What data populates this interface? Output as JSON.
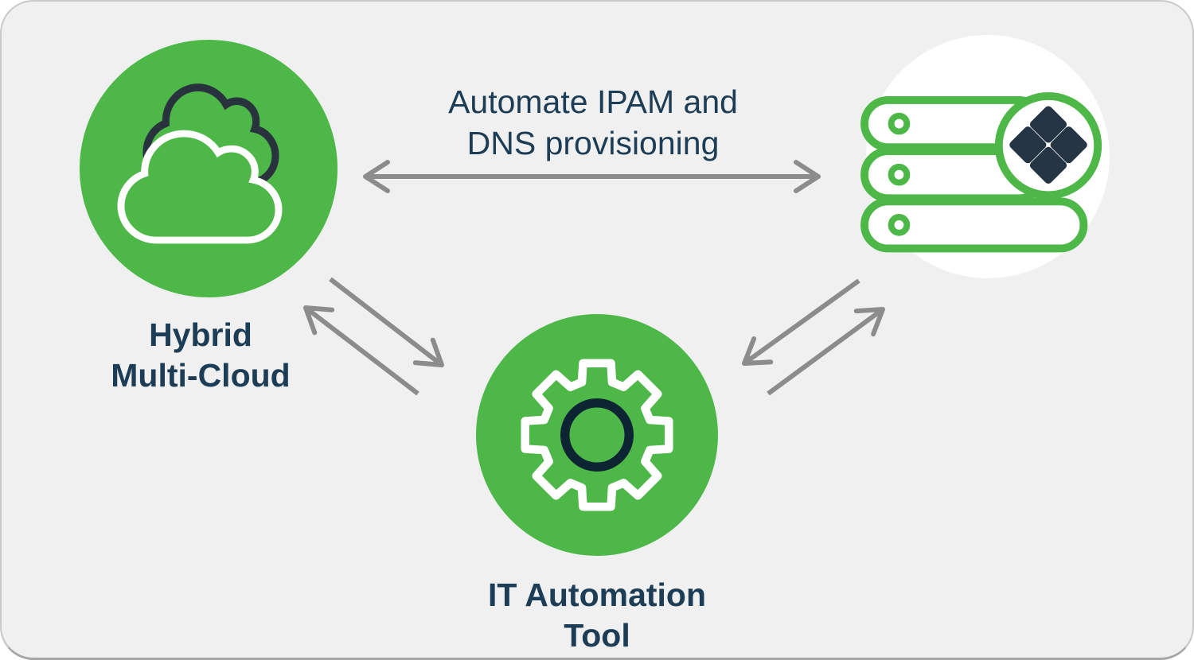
{
  "diagram": {
    "title": "",
    "nodes": {
      "hybrid": {
        "label_lines": [
          "Hybrid",
          "Multi-Cloud"
        ],
        "icon": "dual-cloud-icon",
        "shape": "green-circle"
      },
      "automation": {
        "label_lines": [
          "IT Automation",
          "Tool"
        ],
        "icon": "gear-icon",
        "shape": "green-circle"
      },
      "dns_platform": {
        "label_lines": [],
        "icon": "server-stack-icon",
        "badge_icon": "four-diamonds-logo-icon",
        "shape": "white-circle"
      }
    },
    "connections": [
      {
        "from": "hybrid",
        "to": "dns_platform",
        "style": "double-headed-horizontal",
        "label_lines": [
          "Automate IPAM and",
          "DNS provisioning"
        ]
      },
      {
        "from": "hybrid",
        "to": "automation",
        "style": "two-opposing-one-way-arrows",
        "label_lines": []
      },
      {
        "from": "automation",
        "to": "dns_platform",
        "style": "two-opposing-one-way-arrows",
        "label_lines": []
      }
    ],
    "colors": {
      "green": "#4DB848",
      "text_navy": "#1C3D55",
      "cloud_outline": "#28333E",
      "gear_center": "#0D2433",
      "diamond": "#253544",
      "arrow": "#8C8C8C",
      "panel_bg": "#F0F0F1",
      "panel_border": "#C9C9C9",
      "panel_border_bottom": "#A6A6A6",
      "node_white": "#FFFFFF"
    }
  }
}
